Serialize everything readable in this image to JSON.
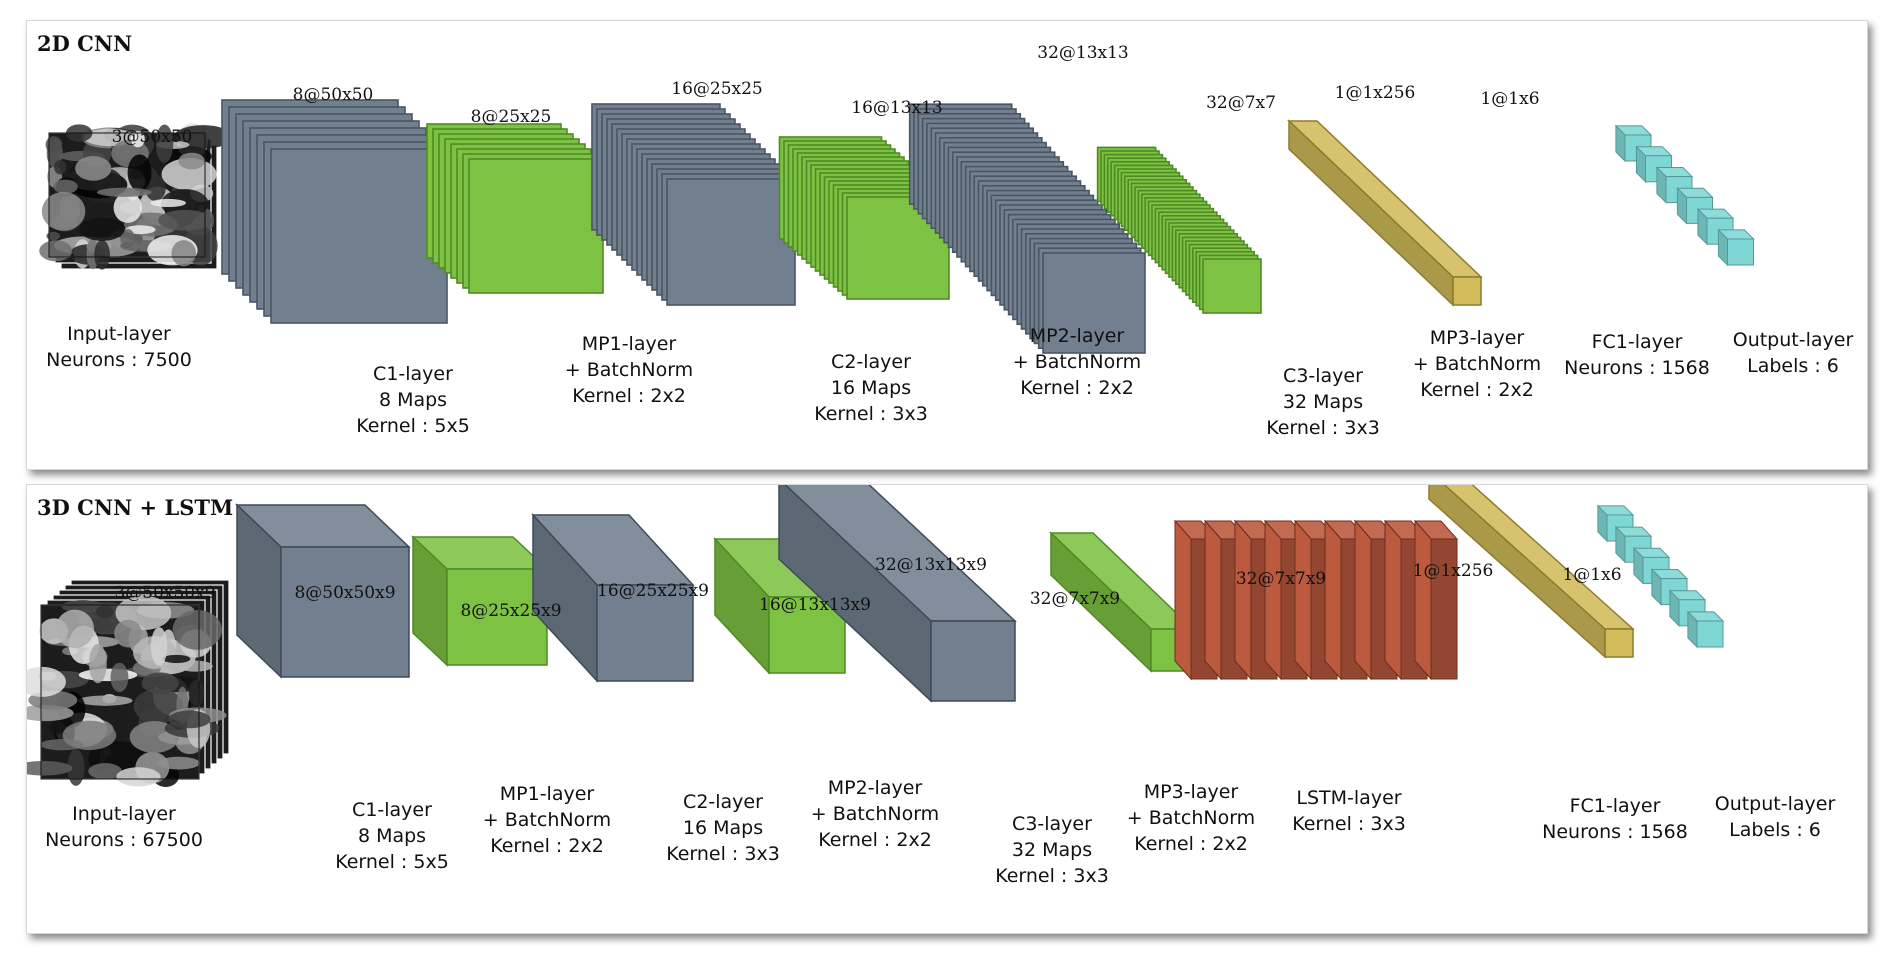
{
  "colors": {
    "conv": "#717f8f",
    "pool": "#7dc242",
    "lstm": "#bc5a3f",
    "fc": "#d1bb5a",
    "output": "#7fd7d5",
    "outline": "#3b4450"
  },
  "cnn2d": {
    "title": "2D CNN",
    "dims": [
      "3@50x50",
      "8@50x50",
      "8@25x25",
      "16@25x25",
      "16@13x13",
      "32@13x13",
      "32@7x7",
      "1@1x256",
      "1@1x6"
    ],
    "input": {
      "line1": "Input-layer",
      "line2": "Neurons : 7500"
    },
    "c1": {
      "line1": "C1-layer",
      "line2": "8 Maps",
      "line3": "Kernel : 5x5"
    },
    "mp1": {
      "line1": "MP1-layer",
      "line2": "+ BatchNorm",
      "line3": "Kernel : 2x2"
    },
    "c2": {
      "line1": "C2-layer",
      "line2": "16 Maps",
      "line3": "Kernel : 3x3"
    },
    "mp2": {
      "line1": "MP2-layer",
      "line2": "+ BatchNorm",
      "line3": "Kernel : 2x2"
    },
    "c3": {
      "line1": "C3-layer",
      "line2": "32 Maps",
      "line3": "Kernel : 3x3"
    },
    "mp3": {
      "line1": "MP3-layer",
      "line2": "+ BatchNorm",
      "line3": "Kernel : 2x2"
    },
    "fc1": {
      "line1": "FC1-layer",
      "line2": "Neurons : 1568"
    },
    "output": {
      "line1": "Output-layer",
      "line2": "Labels : 6"
    }
  },
  "cnn3d": {
    "title": "3D CNN + LSTM",
    "dims": [
      "3@50x50x9",
      "8@50x50x9",
      "8@25x25x9",
      "16@25x25x9",
      "16@13x13x9",
      "32@13x13x9",
      "32@7x7x9",
      "32@7x7x9",
      "1@1x256",
      "1@1x6"
    ],
    "input": {
      "line1": "Input-layer",
      "line2": "Neurons : 67500"
    },
    "c1": {
      "line1": "C1-layer",
      "line2": "8 Maps",
      "line3": "Kernel : 5x5"
    },
    "mp1": {
      "line1": "MP1-layer",
      "line2": "+ BatchNorm",
      "line3": "Kernel : 2x2"
    },
    "c2": {
      "line1": "C2-layer",
      "line2": "16 Maps",
      "line3": "Kernel : 3x3"
    },
    "mp2": {
      "line1": "MP2-layer",
      "line2": "+ BatchNorm",
      "line3": "Kernel : 2x2"
    },
    "c3": {
      "line1": "C3-layer",
      "line2": "32 Maps",
      "line3": "Kernel : 3x3"
    },
    "mp3": {
      "line1": "MP3-layer",
      "line2": "+ BatchNorm",
      "line3": "Kernel : 2x2"
    },
    "lstm": {
      "line1": "LSTM-layer",
      "line2": "Kernel : 3x3"
    },
    "fc1": {
      "line1": "FC1-layer",
      "line2": "Neurons : 1568"
    },
    "output": {
      "line1": "Output-layer",
      "line2": "Labels : 6"
    }
  }
}
